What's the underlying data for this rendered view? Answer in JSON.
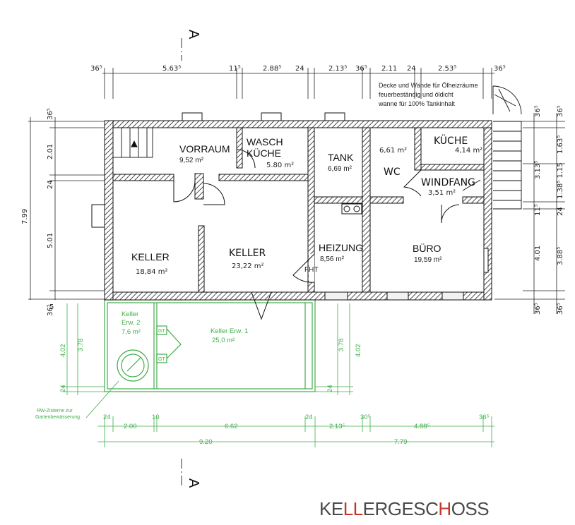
{
  "title": {
    "parts": [
      {
        "text": "KE",
        "style": "gray"
      },
      {
        "text": "LL",
        "style": "hl"
      },
      {
        "text": "ER",
        "style": "gray"
      },
      {
        "text": "GESC",
        "style": "gray"
      },
      {
        "text": "H",
        "style": "hl"
      },
      {
        "text": "OSS",
        "style": "gray"
      }
    ]
  },
  "section_markers": {
    "top": "A",
    "bottom": "A"
  },
  "rooms": {
    "vorraum": {
      "name": "VORRAUM",
      "area": "9,52 m²"
    },
    "waschkueche": {
      "name_line1": "WASCH",
      "name_line2": "KÜCHE",
      "area": "5.80 m²"
    },
    "tank": {
      "name": "TANK",
      "area": "6,69 m²"
    },
    "wc": {
      "name": "WC",
      "area": "6,61 m²"
    },
    "kueche": {
      "name": "KÜCHE",
      "area": "4,14 m²"
    },
    "windfang": {
      "name": "WINDFANG",
      "area": "3,51 m²"
    },
    "keller_left": {
      "name": "KELLER",
      "area": "18,84 m²"
    },
    "keller_mid": {
      "name": "KELLER",
      "area": "23,22 m²"
    },
    "heizung": {
      "name": "HEIZUNG",
      "area": "8,56 m²"
    },
    "buero": {
      "name": "BÜRO",
      "area": "19,59 m²"
    },
    "fht": "FHT"
  },
  "extension": {
    "erw2": {
      "line1": "Keller",
      "line2": "Erw. 2",
      "area": "7,6 m²"
    },
    "erw1": {
      "line1": "Keller Erw. 1",
      "area": "25,0 m²"
    },
    "gt1": "GT",
    "gt2": "GT",
    "cistern_line1": "RW-Zisterne zur",
    "cistern_line2": "Gartenbewässerung"
  },
  "note": {
    "line1": "Decke und Wände für Ölheizräume",
    "line2": "feuerbeständig und öldicht",
    "line3": "wanne für 100% Tankinhalt"
  },
  "dims_top": [
    "36⁵",
    "5.63⁵",
    "11⁵",
    "2.88⁵",
    "24",
    "2.13⁵",
    "36⁵",
    "2.11",
    "24",
    "2.53⁵",
    "36⁵"
  ],
  "dims_left": {
    "d1": "36⁵",
    "d2": "2.01",
    "d3": "24",
    "d4": "5.01",
    "d5": "36⁵",
    "total": "7.99"
  },
  "dims_right": {
    "d1": "36⁵",
    "d2": "3.13⁵",
    "d3": "11⁵",
    "d4": "4.01",
    "e1": "36⁵",
    "e2": "1.63⁵",
    "e3": "1.38⁵ 1.15",
    "e4": "24",
    "e5": "3.88⁵",
    "e6": "36⁵",
    "f1": "36⁵",
    "f2": "5"
  },
  "dims_left_green": {
    "a": "4.02",
    "b": "3.78",
    "c": "24"
  },
  "dims_mid_green": {
    "a": "3.78",
    "b": "4.02",
    "c": "24"
  },
  "dims_bottom_green": {
    "t1": "24",
    "t2": "10",
    "t3": "24",
    "t4": "30⁵",
    "t5": "36⁵",
    "m1": "2.00",
    "m2": "6.62",
    "m3": "2.13⁵",
    "m4": "4.88⁵",
    "b1": "9.20",
    "b2": "7.79"
  }
}
